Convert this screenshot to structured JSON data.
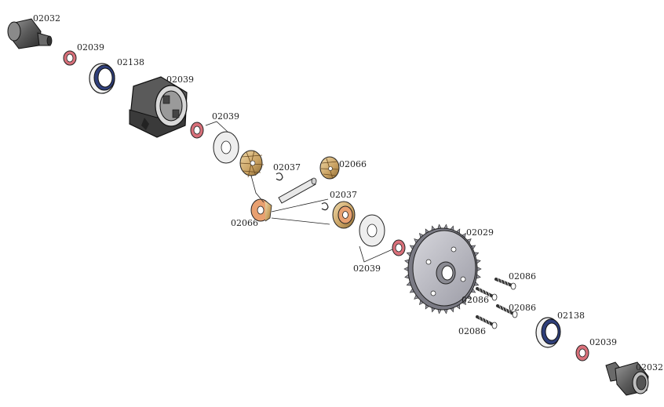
{
  "labels": {
    "driveshaft_left": "02032",
    "washer_left_outer": "02039",
    "bearing_left": "02138",
    "diff_case": "02039",
    "washer_left_inner": "02039",
    "spider_pin_clip_upper": "02037",
    "bevel_gear_upper": "02066",
    "spider_pin_clip_lower": "02037",
    "bevel_gear_lower_group": "02066",
    "washer_center_group": "02039",
    "ring_gear": "02029",
    "screw_1": "02086",
    "screw_2": "02086",
    "screw_3": "02086",
    "screw_4": "02086",
    "bearing_right": "02138",
    "washer_right": "02039",
    "driveshaft_right": "02032"
  },
  "colors": {
    "washer_red": "#d9707a",
    "bearing_blue": "#2f3f7a",
    "bronze_washer": "#e8a070",
    "gear_gold": "#c8a060",
    "dark_grey": "#4a4a4a",
    "light_grey": "#d8d8d8",
    "ring_gear": "#b8b8c0"
  }
}
